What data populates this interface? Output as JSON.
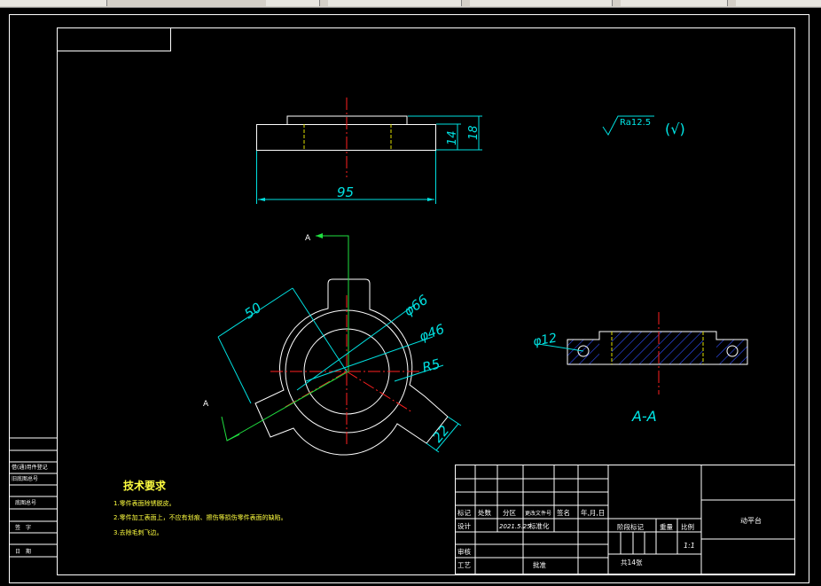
{
  "drawing": {
    "top_dims": {
      "width": "95",
      "thickness": "14",
      "height": "18"
    },
    "roughness": {
      "symbol": "Ra12.5",
      "note": "(√)"
    },
    "main_dims": {
      "d_outer": "φ66",
      "d_inner": "φ46",
      "radius": "R5",
      "length": "50",
      "lug": "22"
    },
    "section": {
      "hole": "φ12",
      "label": "A-A",
      "cut_mark_top": "A",
      "cut_mark_bottom": "A"
    },
    "tech_req": {
      "title": "技术要求",
      "items": [
        "1.零件表面除锈脱皮。",
        "2.零件加工表面上，不应有划痕、擦伤等损伤零件表面的缺陷。",
        "3.去除毛刺飞边。"
      ]
    },
    "left_strip": [
      "借(通)用件登记",
      "旧底图总号",
      "底图总号",
      "签　字",
      "日　期"
    ],
    "title_block": {
      "header": [
        "标记",
        "处数",
        "分区",
        "更改文件号",
        "签名",
        "年,月,日"
      ],
      "design_label": "设计",
      "design_date": "2021.5.25",
      "standardize": "标准化",
      "review": "审核",
      "process": "工艺",
      "approve": "批准",
      "stage": "阶段标记",
      "weight": "重量",
      "scale_label": "比例",
      "scale_value": "1:1",
      "sheets": "共14张",
      "part_name": "动平台"
    }
  }
}
